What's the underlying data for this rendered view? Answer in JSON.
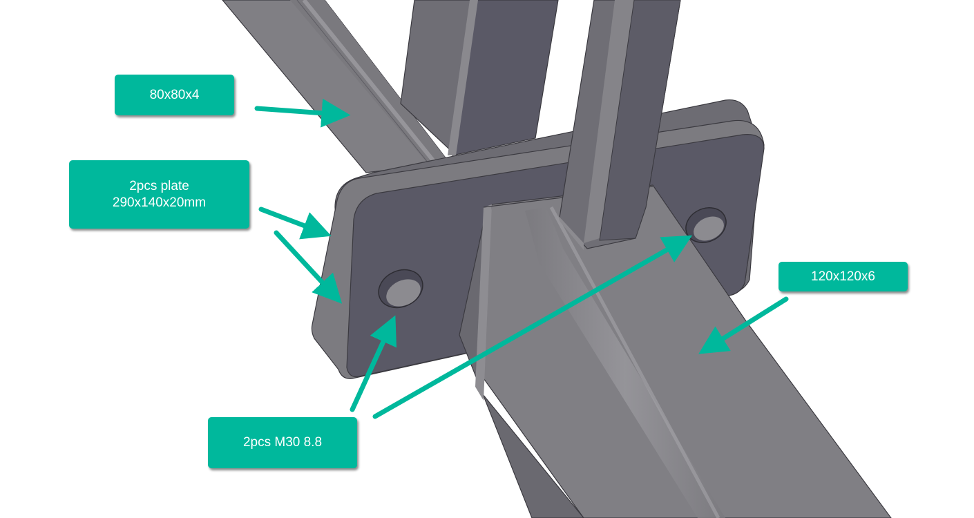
{
  "colors": {
    "accent": "#00b89c",
    "steel_face": "#807f84",
    "steel_dark": "#5a5966",
    "steel_edge": "#6a6970",
    "plate_face": "#5a5966",
    "plate_top": "#7c7b80",
    "outline": "#3b3a40"
  },
  "labels": {
    "beam_80": "80x80x4",
    "plate_line1": "2pcs plate",
    "plate_line2": "290x140x20mm",
    "bolts": "2pcs M30 8.8",
    "beam_120": "120x120x6"
  },
  "icons": {
    "arrow": "arrow-icon",
    "bolt_hole": "bolt-hole-icon"
  }
}
